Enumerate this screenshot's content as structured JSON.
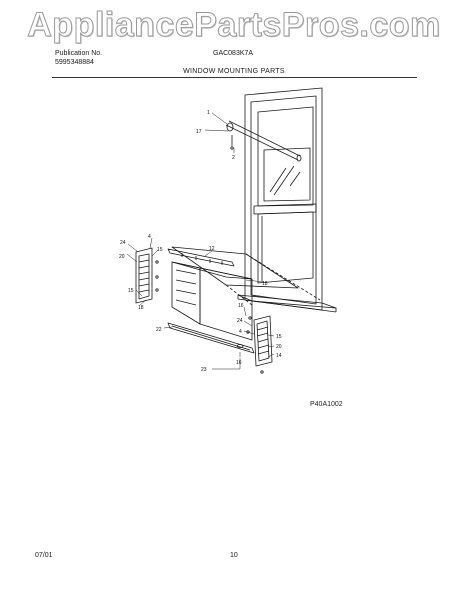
{
  "watermark": "AppliancePartsPros.com",
  "header": {
    "publication_label": "Publication No.",
    "publication_number": "5995348884",
    "model": "GAC083K7A",
    "section_title": "WINDOW MOUNTING PARTS"
  },
  "figure_code": "P40A1002",
  "footer": {
    "date": "07/01",
    "page": "10"
  },
  "callouts": [
    "1",
    "17",
    "2",
    "24",
    "4",
    "15",
    "20",
    "15",
    "18",
    "12",
    "18",
    "22",
    "16",
    "24",
    "4",
    "15",
    "20",
    "14",
    "16",
    "23"
  ],
  "colors": {
    "line": "#1a1a1a",
    "watermark_outline": "#9a9a9a"
  }
}
